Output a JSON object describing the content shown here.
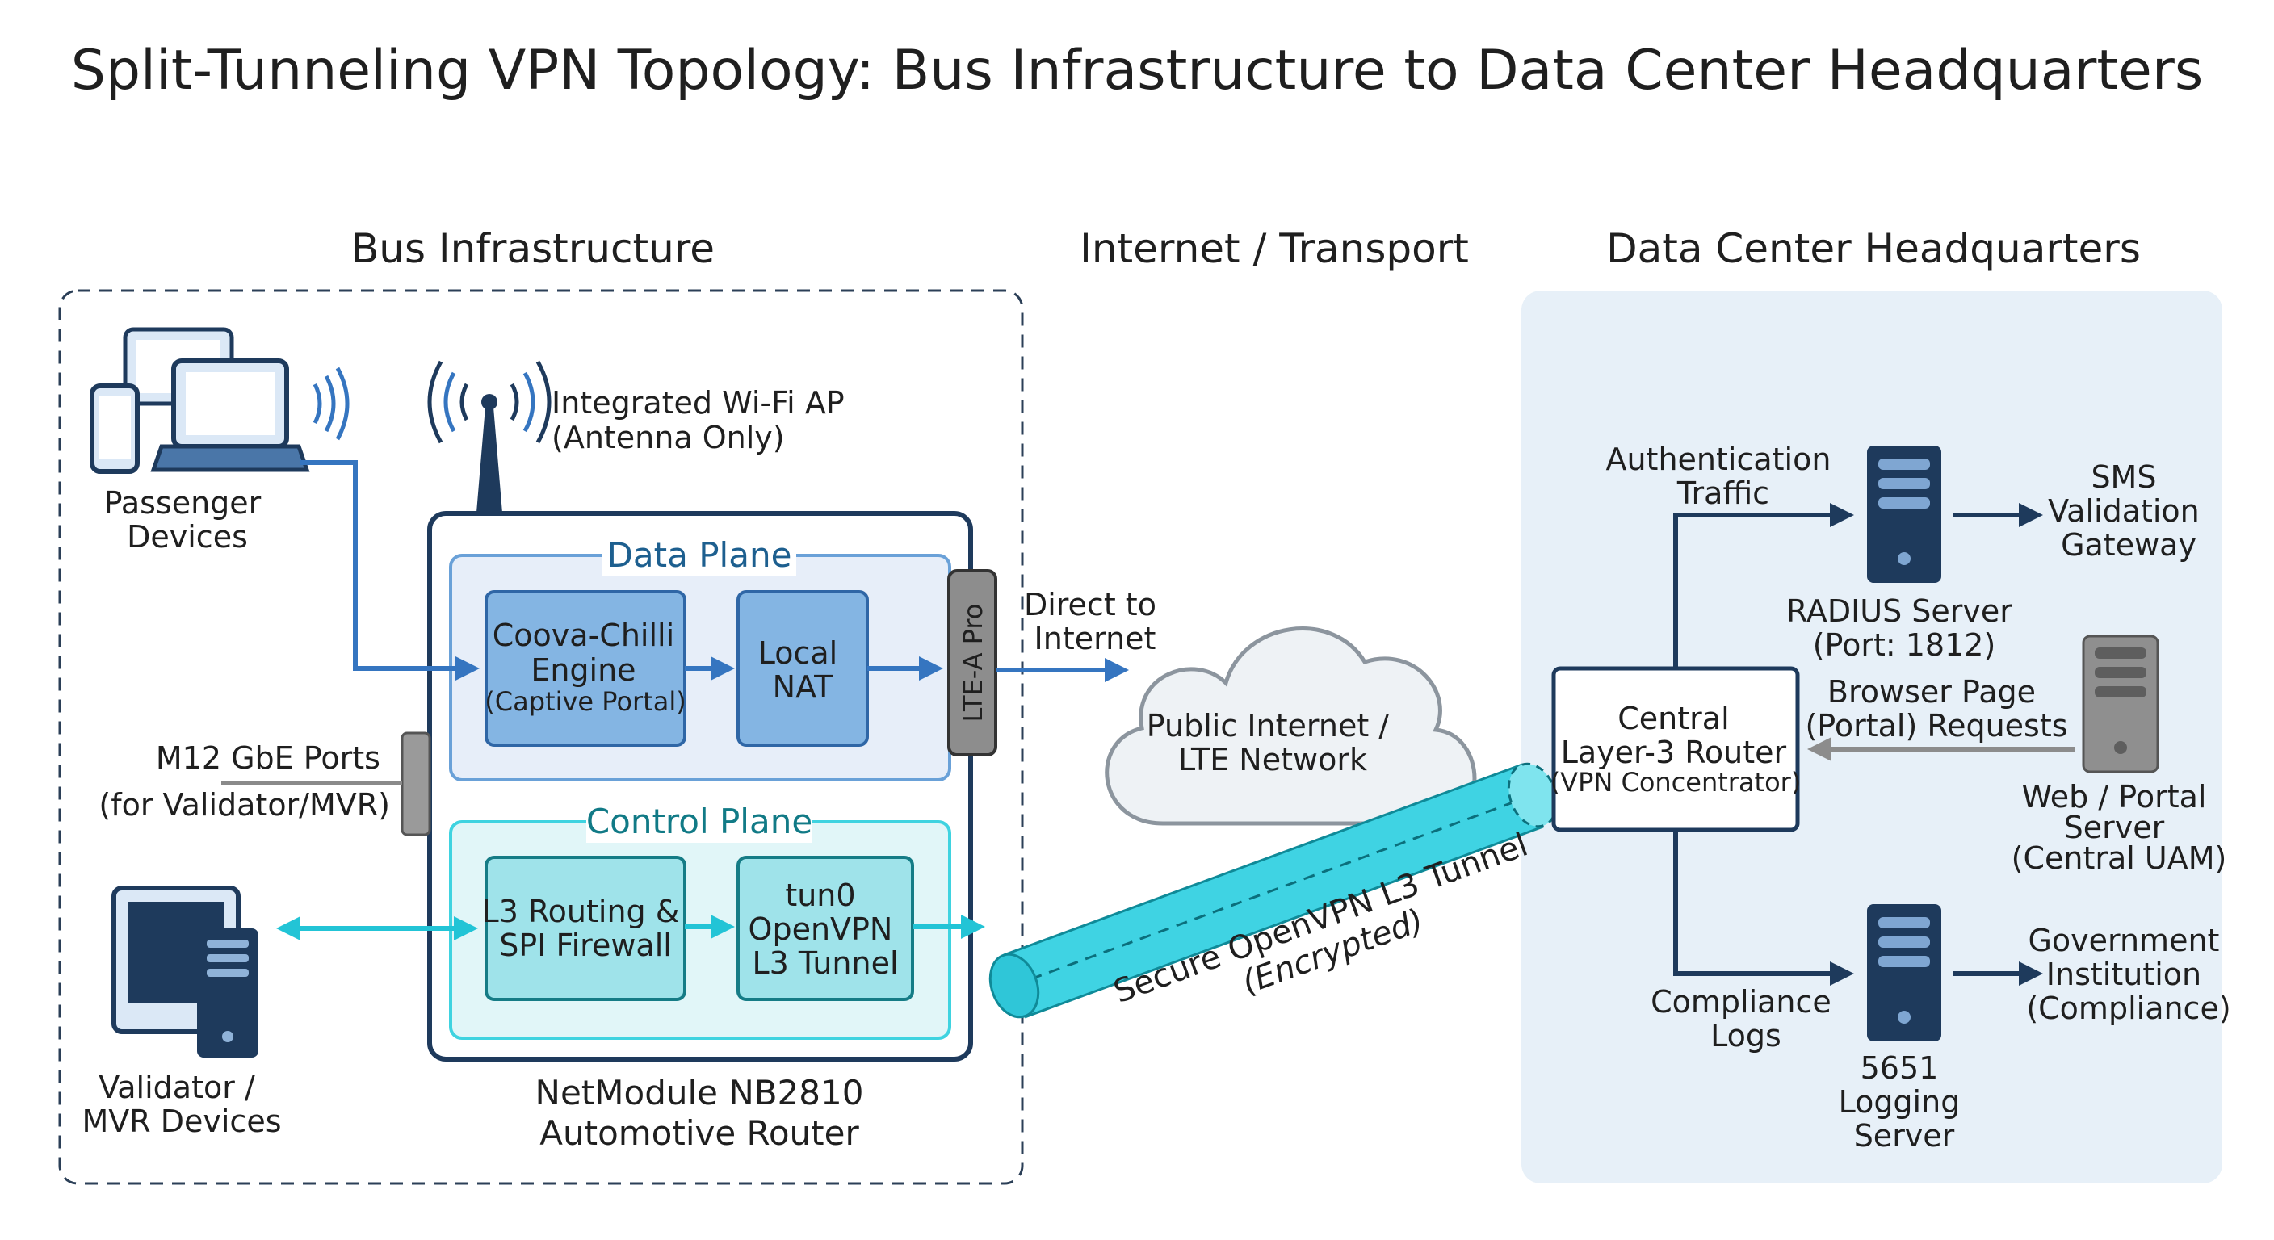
{
  "title": "Split-Tunneling VPN Topology: Bus Infrastructure to Data Center Headquarters",
  "sections": {
    "bus": "Bus Infrastructure",
    "internet": "Internet / Transport",
    "datacenter": "Data Center Headquarters"
  },
  "bus": {
    "passenger_devices": [
      "Passenger",
      "Devices"
    ],
    "wifi_ap": [
      "Integrated Wi-Fi AP",
      "(Antenna Only)"
    ],
    "m12_ports": [
      "M12 GbE Ports",
      "(for Validator/MVR)"
    ],
    "validator": [
      "Validator /",
      "MVR Devices"
    ],
    "router_name": "NetModule NB2810",
    "router_sub": "Automotive Router",
    "lte_module": "LTE-A Pro",
    "data_plane": {
      "label": "Data Plane",
      "coova": [
        "Coova-Chilli",
        "Engine",
        "(Captive Portal)"
      ],
      "nat": [
        "Local",
        "NAT"
      ]
    },
    "control_plane": {
      "label": "Control Plane",
      "routing": [
        "L3 Routing &",
        "SPI Firewall"
      ],
      "tun0": [
        "tun0",
        "OpenVPN",
        "L3 Tunnel"
      ]
    }
  },
  "internet": {
    "direct": [
      "Direct to",
      "Internet"
    ],
    "cloud": [
      "Public Internet /",
      "LTE Network"
    ],
    "tunnel": [
      "Secure OpenVPN L3 Tunnel",
      "(Encrypted)"
    ]
  },
  "datacenter": {
    "central_router": [
      "Central",
      "Layer-3 Router",
      "(VPN Concentrator)"
    ],
    "auth_traffic": [
      "Authentication",
      "Traffic"
    ],
    "radius": [
      "RADIUS Server",
      "(Port: 1812)"
    ],
    "sms": [
      "SMS",
      "Validation",
      "Gateway"
    ],
    "browser": [
      "Browser Page",
      "(Portal) Requests"
    ],
    "web_portal": [
      "Web / Portal",
      "Server",
      "(Central UAM)"
    ],
    "compliance_logs": [
      "Compliance",
      "Logs"
    ],
    "logging": [
      "5651",
      "Logging",
      "Server"
    ],
    "government": [
      "Government",
      "Institution",
      "(Compliance)"
    ]
  },
  "colors": {
    "navy": "#1e3a5c",
    "blue_arrow": "#3575c0",
    "cyan_arrow": "#22c4d6",
    "data_box": "#84b5e3",
    "control_box": "#9fe3ea",
    "dc_background": "#e7f0f8"
  }
}
